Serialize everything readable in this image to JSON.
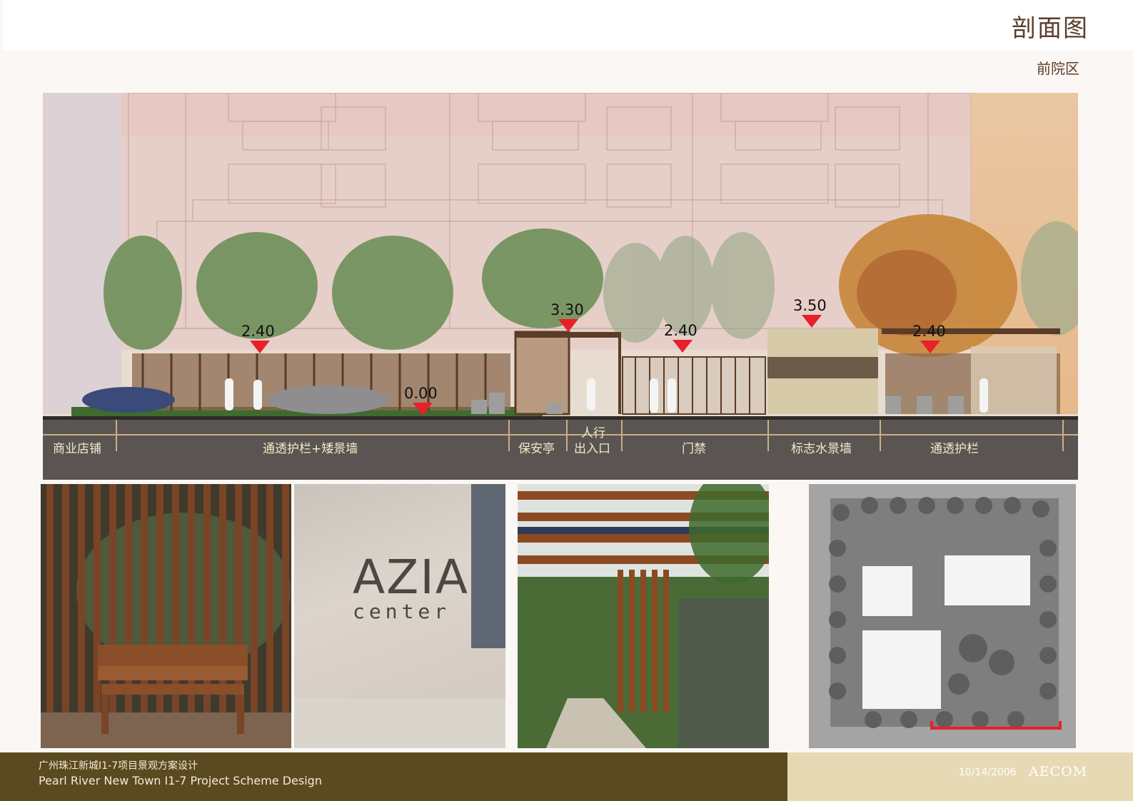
{
  "header": {
    "title": "剖面图",
    "subtitle": "前院区"
  },
  "section": {
    "elevations": [
      {
        "label": "2.40"
      },
      {
        "label": "0.00"
      },
      {
        "label": "3.30"
      },
      {
        "label": "2.40"
      },
      {
        "label": "3.50"
      },
      {
        "label": "2.40"
      }
    ],
    "zones": [
      {
        "label": "商业店铺"
      },
      {
        "label": "通透护栏+矮景墙"
      },
      {
        "label": "保安亭"
      },
      {
        "label": "人行",
        "label2": "出入口"
      },
      {
        "label": "门禁"
      },
      {
        "label": "标志水景墙"
      },
      {
        "label": "通透护栏"
      }
    ]
  },
  "photos": {
    "azia_sign": {
      "line1": "AZIA",
      "line2": "center"
    }
  },
  "footer": {
    "project_cn": "广州珠江新城I1-7项目景观方案设计",
    "project_en": "Pearl River New Town I1-7 Project  Scheme Design",
    "date": "10/14/2006",
    "logo": "AECOM"
  },
  "colors": {
    "footer_dark": "#5b4a20",
    "footer_light": "#e8d9b5",
    "strip": "#5a5553",
    "marker": "#e8202a",
    "accent_text": "#5a3e2a"
  }
}
